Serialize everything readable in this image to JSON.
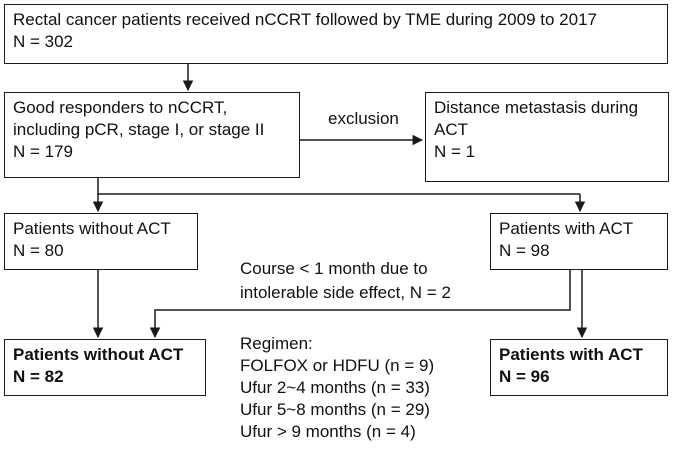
{
  "boxes": {
    "start": {
      "line1": "Rectal cancer patients received nCCRT followed by TME during 2009 to 2017",
      "line2": "N = 302"
    },
    "good": {
      "line1": "Good responders to nCCRT,",
      "line2": "including pCR, stage I, or stage II",
      "line3": "N = 179"
    },
    "excluded": {
      "line1": "Distance metastasis during",
      "line2": "ACT",
      "line3": "N = 1"
    },
    "without_initial": {
      "line1": "Patients without ACT",
      "line2": "N = 80"
    },
    "with_initial": {
      "line1": "Patients  with ACT",
      "line2": "N = 98"
    },
    "without_final": {
      "line1": "Patients without ACT",
      "line2": "N = 82"
    },
    "with_final": {
      "line1": "Patients with ACT",
      "line2": "N = 96"
    }
  },
  "labels": {
    "exclusion": "exclusion",
    "course_line1": "Course < 1 month due to",
    "course_line2": "intolerable side effect, N = 2",
    "regimen": [
      "Regimen:",
      "FOLFOX or HDFU (n = 9)",
      "Ufur 2~4 months (n = 33)",
      "Ufur 5~8 months (n = 29)",
      "Ufur > 9 months (n = 4)"
    ]
  }
}
